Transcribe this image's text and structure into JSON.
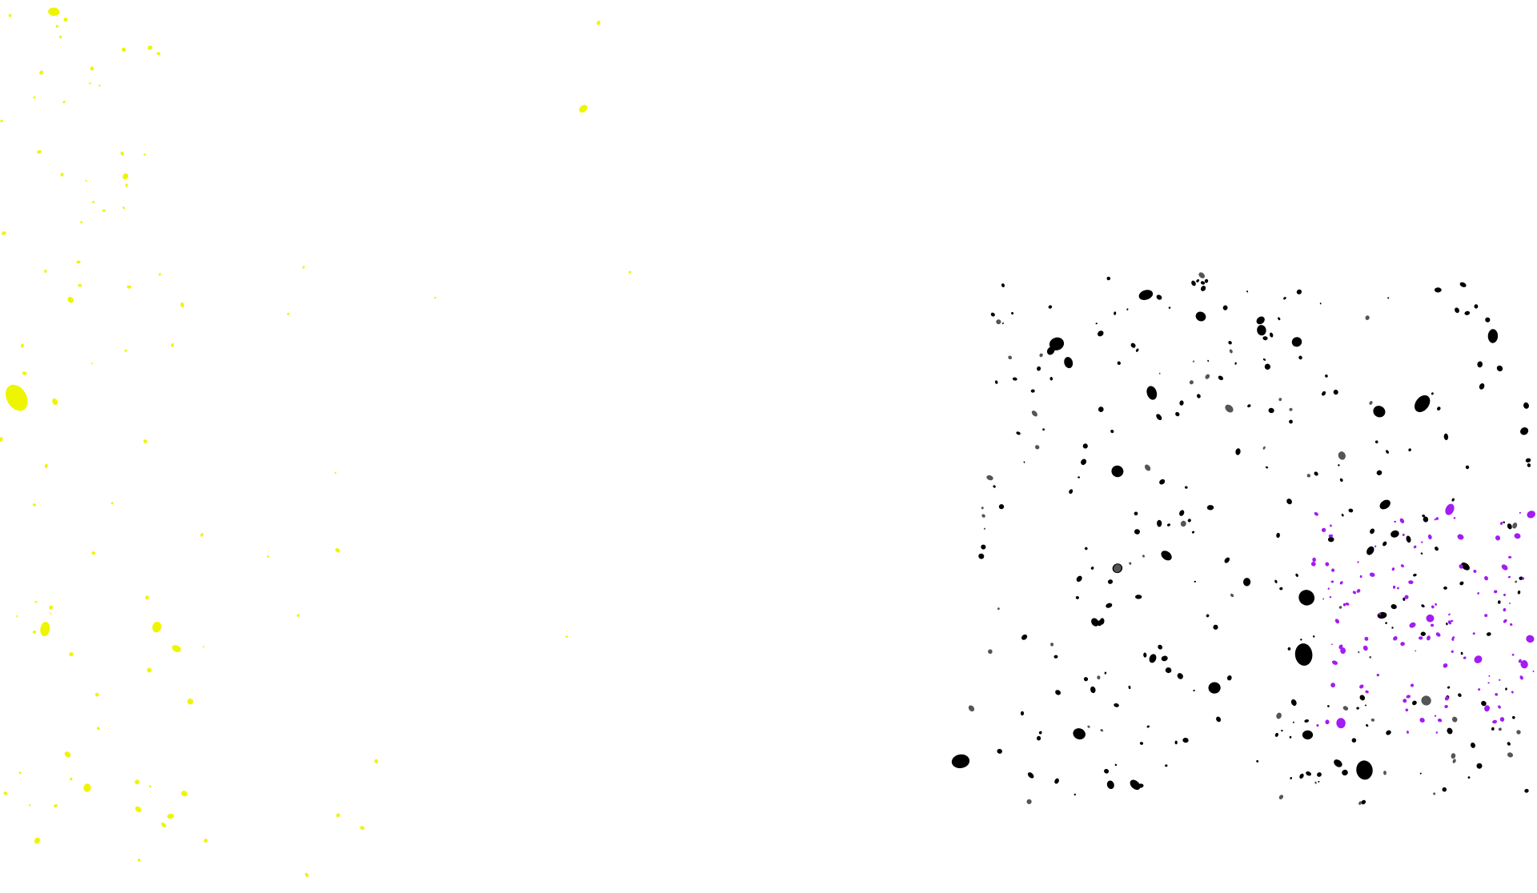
{
  "scene": {
    "background_color": "#ffffff",
    "palette": {
      "yellow": "#eef500",
      "black": "#000000",
      "gray": "#555555",
      "purple": "#a31cf2"
    },
    "groups": [
      {
        "name": "yellow-splatter",
        "color_key": "yellow"
      },
      {
        "name": "black-splatter",
        "color_key": "black"
      },
      {
        "name": "purple-splatter",
        "color_key": "purple"
      }
    ]
  }
}
